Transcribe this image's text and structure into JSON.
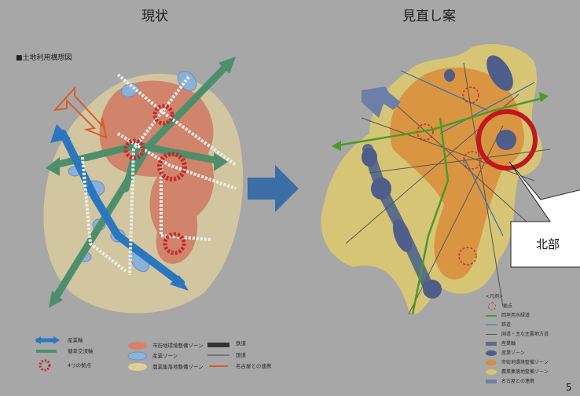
{
  "slide": {
    "title_left": "現状",
    "title_right": "見直し案",
    "subheading": "■土地利用構想図",
    "page_number": "5"
  },
  "callout": {
    "text": "北部"
  },
  "legend_left": [
    {
      "label": "産業軸",
      "color": "#2a77c0"
    },
    {
      "label": "健幸交流軸",
      "color": "#4d8f6d"
    },
    {
      "label": "4つの拠点",
      "color": "#c82828"
    },
    {
      "label": "市街地環境整備ゾーン",
      "color": "#d9806a"
    },
    {
      "label": "産業ゾーン",
      "color": "#8bb4dc"
    },
    {
      "label": "農業集落地整備ゾーン",
      "color": "#e2cf97"
    },
    {
      "label": "鉄道",
      "color": "#333333"
    },
    {
      "label": "国道",
      "color": "#666666"
    },
    {
      "label": "名古屋との連携",
      "color": "#d95d2a"
    }
  ],
  "legend_right": {
    "header": "<凡例>",
    "items": [
      {
        "label": "拠点",
        "color": "#c0392b"
      },
      {
        "label": "岡垣用水緑道",
        "color": "#4c9a2a"
      },
      {
        "label": "鉄道",
        "color": "#2f6fb0"
      },
      {
        "label": "国道・主な主要地方道",
        "color": "#555555"
      },
      {
        "label": "産業軸",
        "color": "#5b6e8a"
      },
      {
        "label": "産業ゾーン",
        "color": "#4e5d8a"
      },
      {
        "label": "市街地環境整備ゾーン",
        "color": "#d98c3a"
      },
      {
        "label": "農業集落地整備ゾーン",
        "color": "#d7c576"
      },
      {
        "label": "名古屋との連携",
        "color": "#6b7fa8"
      }
    ]
  },
  "colors": {
    "background": "#a7a7a7",
    "arrow": "#3a6ea5",
    "highlight_circle": "#c0181e"
  }
}
